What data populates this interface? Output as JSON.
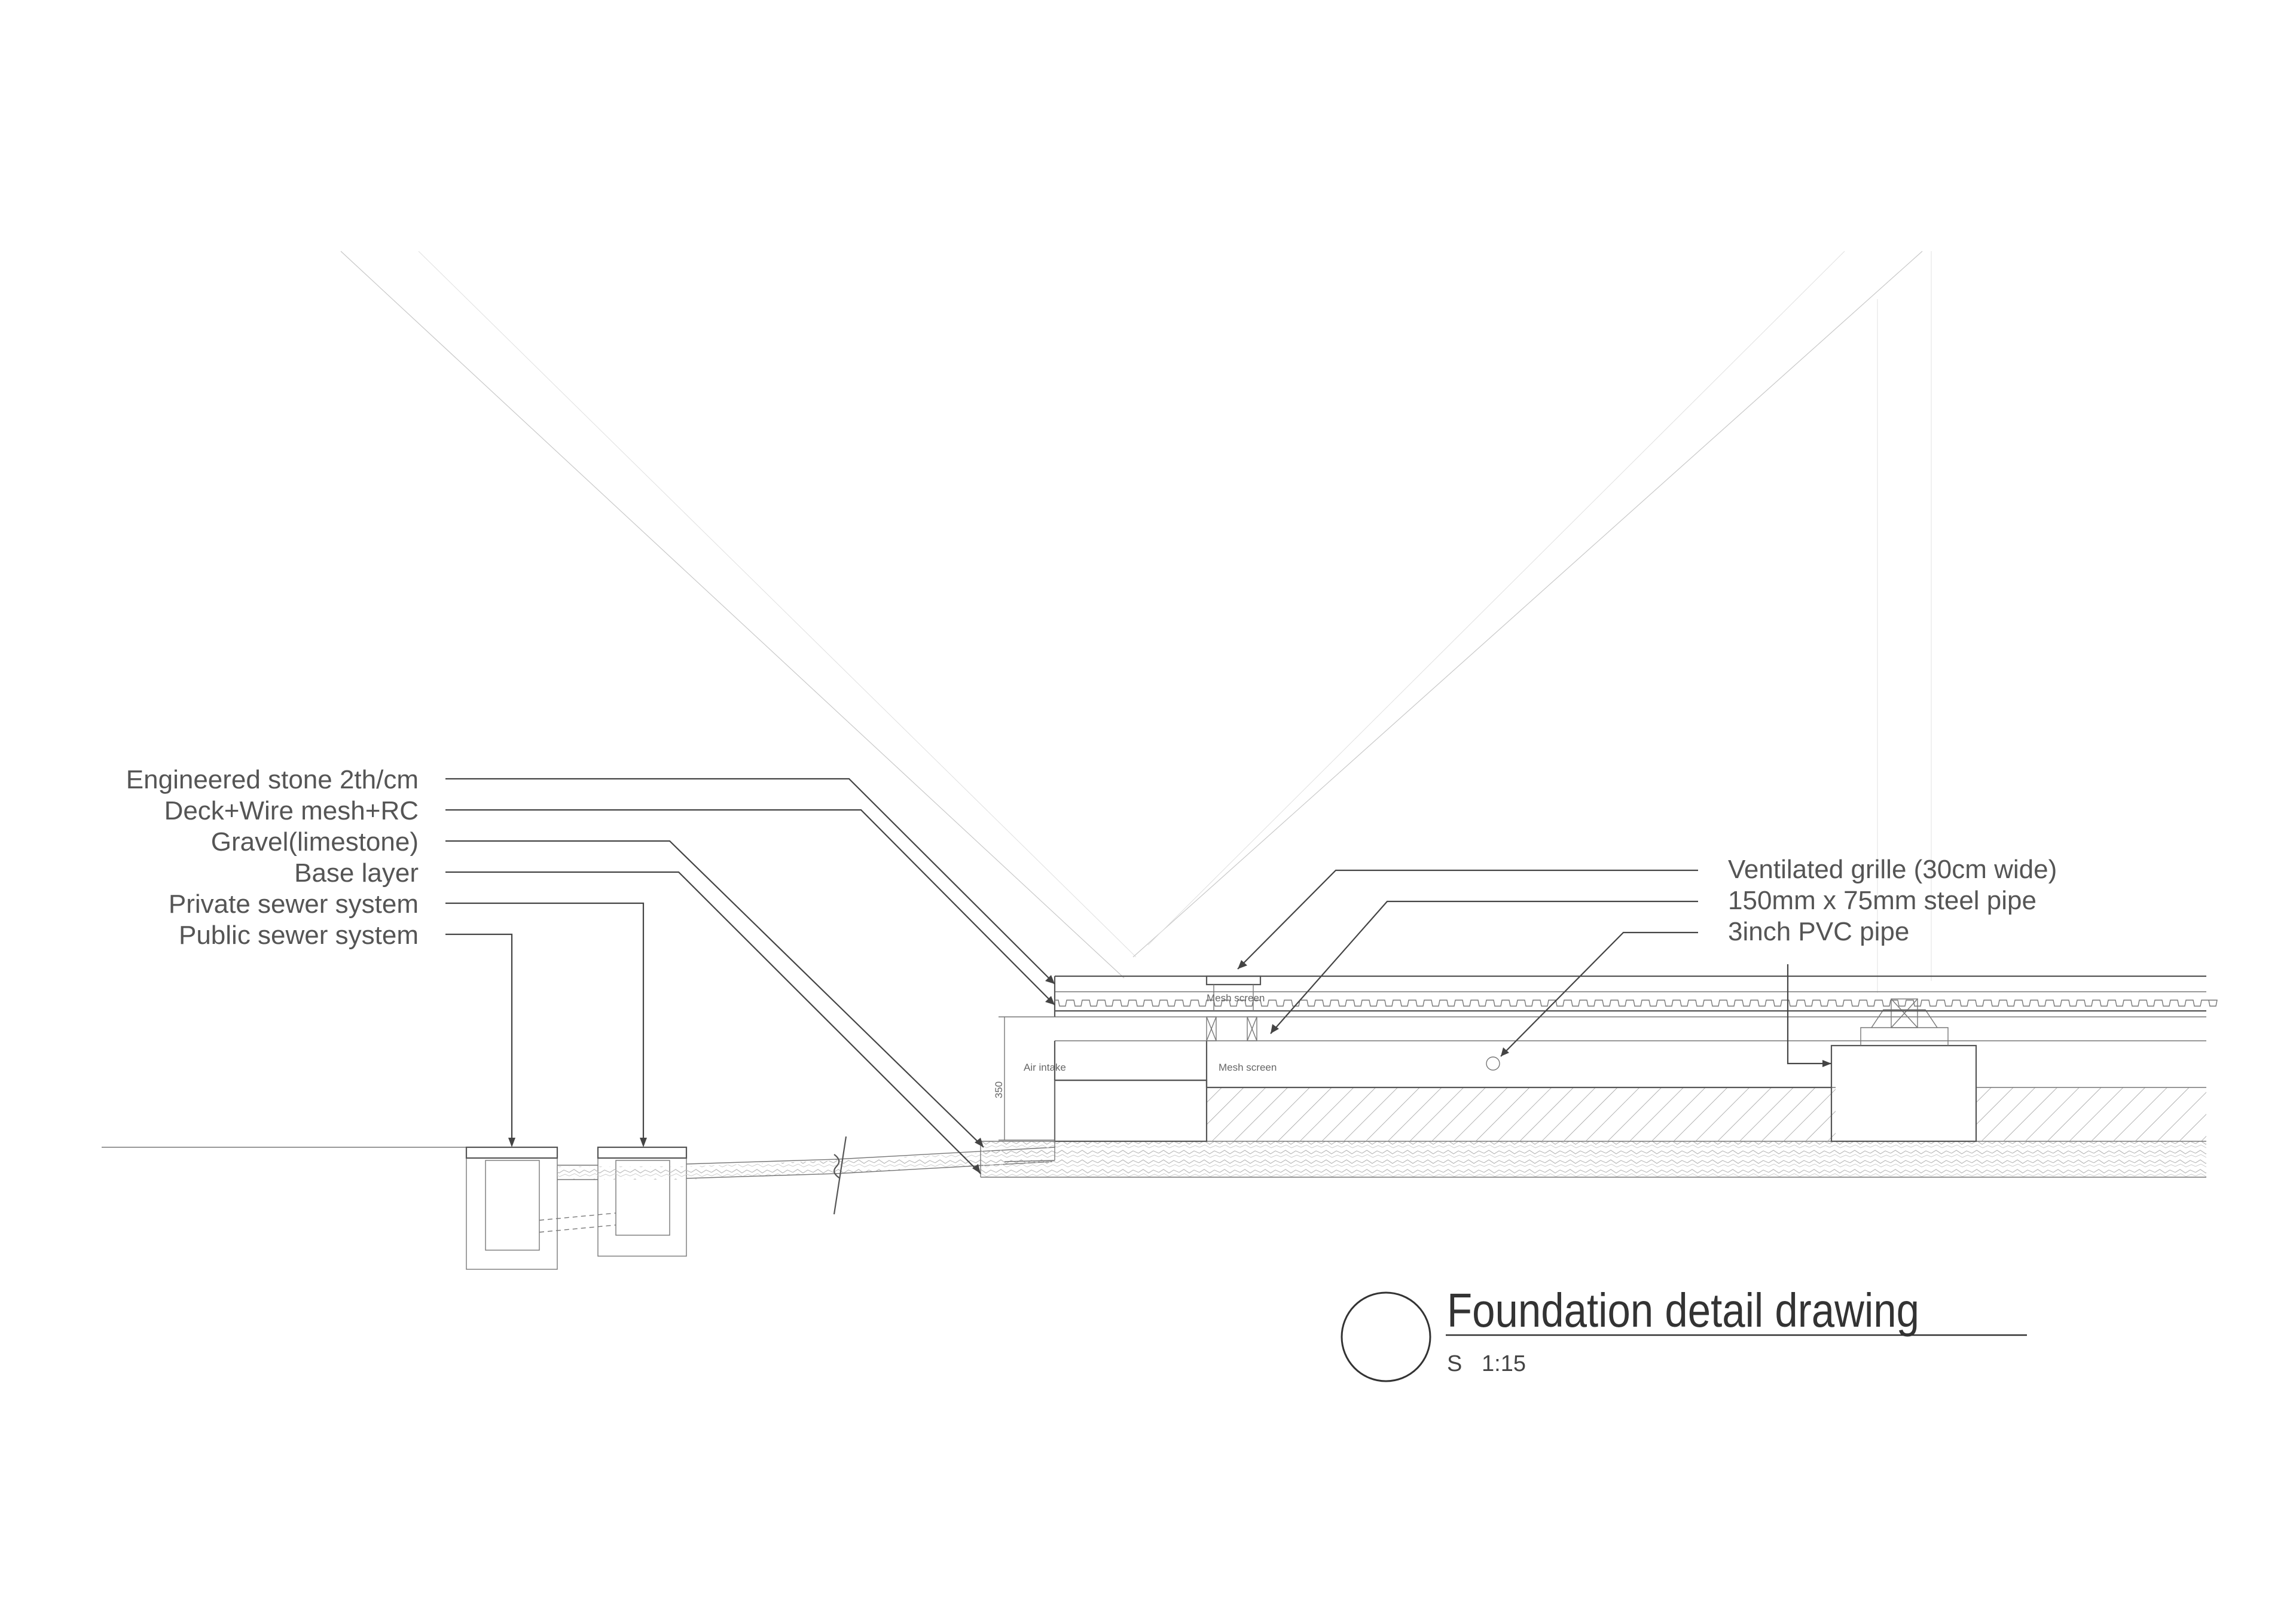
{
  "left_labels": [
    "Engineered stone 2th/cm",
    "Deck+Wire mesh+RC",
    "Gravel(limestone)",
    "Base layer",
    "Private sewer system",
    "Public sewer system"
  ],
  "right_labels": [
    "Ventilated grille (30cm wide)",
    "150mm x 75mm steel pipe",
    "3inch PVC pipe"
  ],
  "inline_labels": {
    "mesh_screen_top": "Mesh screen",
    "mesh_screen_mid": "Mesh screen",
    "air_intake": "Air intake",
    "dimension_350": "350"
  },
  "title_block": {
    "title": "Foundation detail drawing",
    "section_letter": "S",
    "scale": "1:15"
  }
}
